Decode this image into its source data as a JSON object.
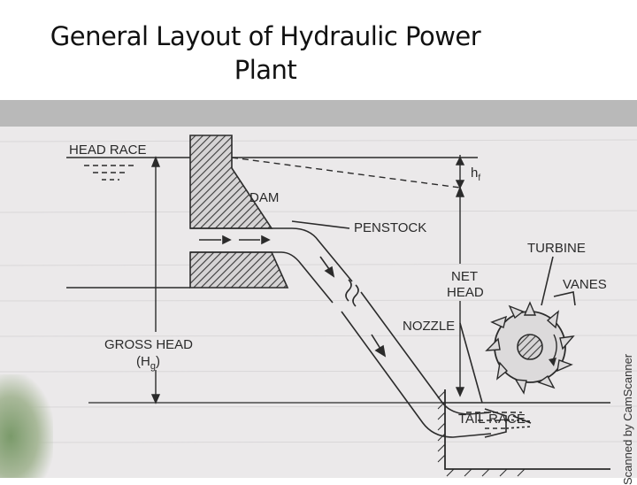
{
  "title": {
    "line1": "General Layout of Hydraulic Power",
    "line2": "Plant"
  },
  "labels": {
    "head_race": "HEAD RACE",
    "dam": "DAM",
    "penstock": "PENSTOCK",
    "turbine": "TURBINE",
    "vanes": "VANES",
    "net_head_1": "NET",
    "net_head_2": "HEAD",
    "nozzle": "NOZZLE",
    "gross_head_1": "GROSS HEAD",
    "gross_head_2": "(H",
    "gross_head_sub": "g",
    "gross_head_3": ")",
    "tail_race": "TAIL RACE",
    "hf": "h",
    "hf_sub": "f"
  },
  "watermark": "Scanned by CamScanner",
  "colors": {
    "band": "#b9b9b9",
    "paper": "#ebe9ea",
    "ink": "#2b2b2b"
  }
}
